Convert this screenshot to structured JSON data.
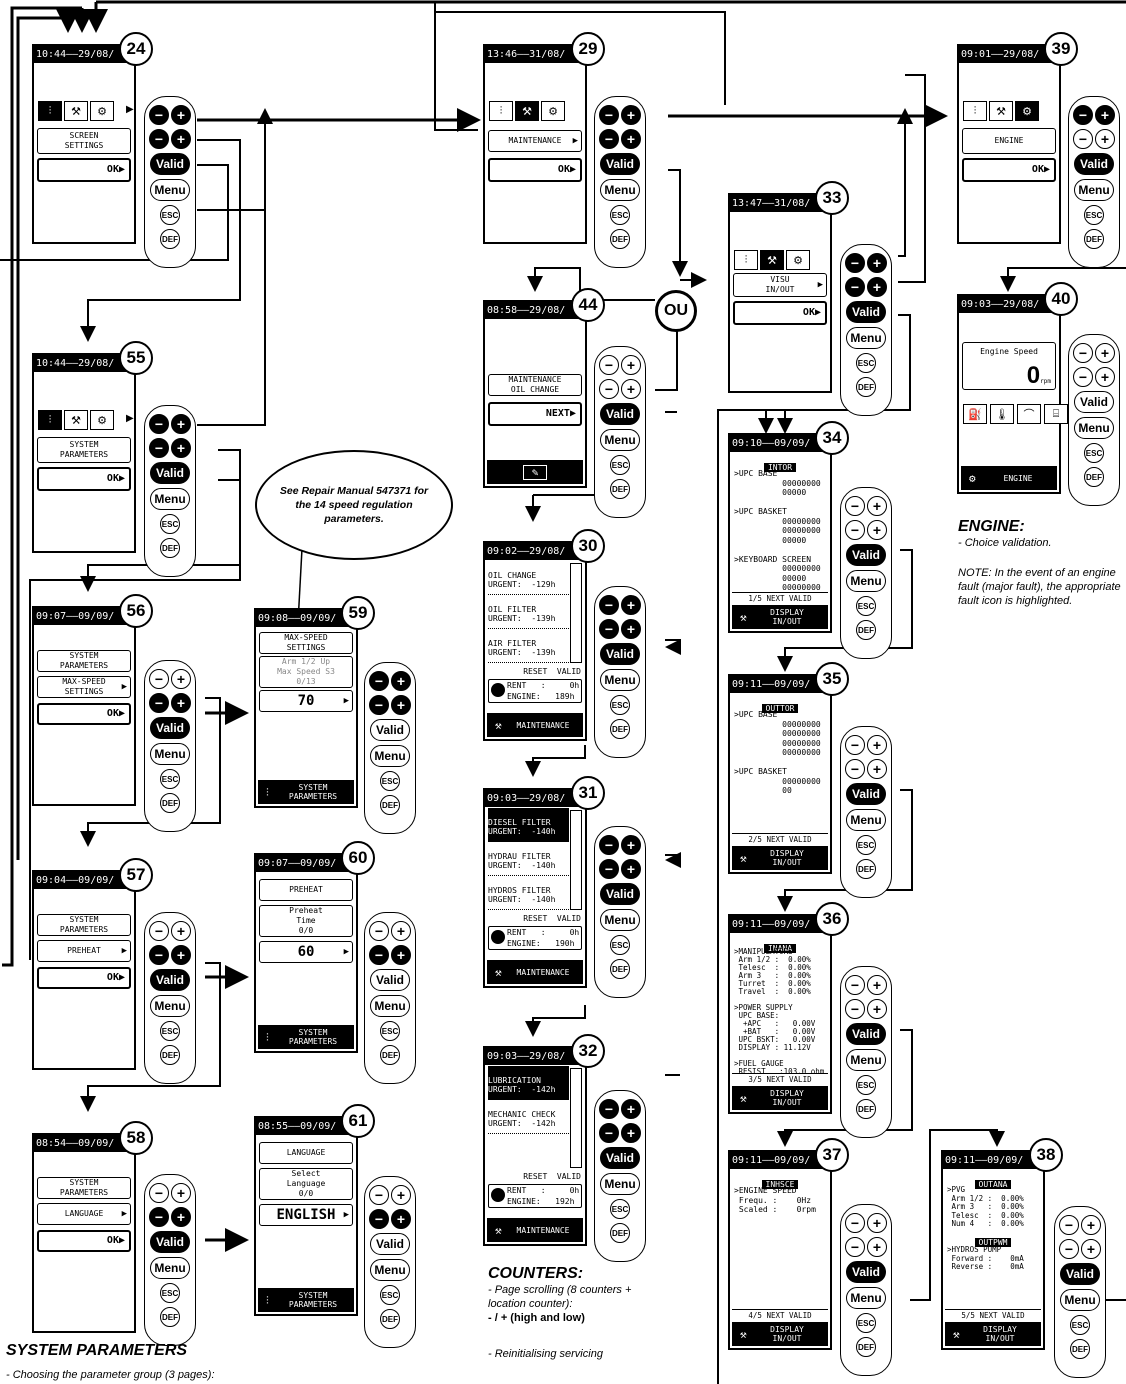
{
  "keys": {
    "minus": "−",
    "plus": "+",
    "valid": "Valid",
    "menu": "Menu",
    "esc": "ESC",
    "def": "DEF"
  },
  "tabs": {
    "params_icon": "sliders-icon",
    "maintenance_icon": "hammer-icon",
    "engine_icon": "engine-icon"
  },
  "ou_label": "OU",
  "bubble_text": "See Repair Manual 547371 for the 14 speed regulation parameters.",
  "screens": {
    "s24": {
      "num": "24",
      "time": "10:44",
      "date": "29/08/",
      "item": "SCREEN\nSETTINGS",
      "ok": "OK"
    },
    "s55": {
      "num": "55",
      "time": "10:44",
      "date": "29/08/",
      "item": "SYSTEM\nPARAMETERS",
      "ok": "OK"
    },
    "s56": {
      "num": "56",
      "time": "09:07",
      "date": "09/09/",
      "item1": "SYSTEM\nPARAMETERS",
      "item2": "MAX-SPEED\nSETTINGS",
      "ok": "OK"
    },
    "s57": {
      "num": "57",
      "time": "09:04",
      "date": "09/09/",
      "item1": "SYSTEM\nPARAMETERS",
      "item2": "PREHEAT",
      "ok": "OK"
    },
    "s58": {
      "num": "58",
      "time": "08:54",
      "date": "09/09/",
      "item1": "SYSTEM\nPARAMETERS",
      "item2": "LANGUAGE",
      "ok": "OK"
    },
    "s59": {
      "num": "59",
      "time": "09:08",
      "date": "09/09/",
      "title": "MAX-SPEED\nSETTINGS",
      "sub": "Arm 1/2 Up\nMax Speed S3\n0/13",
      "value": "70",
      "footer": "SYSTEM\nPARAMETERS"
    },
    "s60": {
      "num": "60",
      "time": "09:07",
      "date": "09/09/",
      "title": "PREHEAT",
      "sub": "Preheat\nTime\n0/0",
      "value": "60",
      "footer": "SYSTEM\nPARAMETERS"
    },
    "s61": {
      "num": "61",
      "time": "08:55",
      "date": "09/09/",
      "title": "LANGUAGE",
      "sub": "Select\nLanguage\n0/0",
      "value": "ENGLISH",
      "footer": "SYSTEM\nPARAMETERS"
    },
    "s29": {
      "num": "29",
      "time": "13:46",
      "date": "31/08/",
      "item": "MAINTENANCE",
      "ok": "OK"
    },
    "s44": {
      "num": "44",
      "time": "08:58",
      "date": "29/08/",
      "item": "MAINTENANCE\nOIL CHANGE",
      "next": "NEXT"
    },
    "s30": {
      "num": "30",
      "time": "09:02",
      "date": "29/08/",
      "items": [
        "OIL CHANGE\nURGENT:  -129h",
        "OIL FILTER\nURGENT:  -139h",
        "AIR FILTER\nURGENT:  -139h"
      ],
      "reset": "RESET  VALID",
      "rent": "RENT   :     0h",
      "engine": "ENGINE:   189h",
      "footer": "MAINTENANCE"
    },
    "s31": {
      "num": "31",
      "time": "09:03",
      "date": "29/08/",
      "items": [
        "DIESEL FILTER\nURGENT:  -140h",
        "HYDRAU FILTER\nURGENT:  -140h",
        "HYDROS FILTER\nURGENT:  -140h"
      ],
      "reset": "RESET  VALID",
      "rent": "RENT   :     0h",
      "engine": "ENGINE:   190h",
      "footer": "MAINTENANCE"
    },
    "s32": {
      "num": "32",
      "time": "09:03",
      "date": "29/08/",
      "items": [
        "LUBRICATION\nURGENT:  -142h",
        "MECHANIC CHECK\nURGENT:  -142h"
      ],
      "reset": "RESET  VALID",
      "rent": "RENT   :     0h",
      "engine": "ENGINE:   192h",
      "footer": "MAINTENANCE"
    },
    "s33": {
      "num": "33",
      "time": "13:47",
      "date": "31/08/",
      "item": "VISU\nIN/OUT",
      "ok": "OK"
    },
    "s34": {
      "num": "34",
      "time": "09:10",
      "date": "09/09/",
      "title": "INTOR",
      "body": ">UPC BASE\n          00000000\n          00000\n\n>UPC BASKET\n          00000000\n          00000000\n          00000\n\n>KEYBOARD SCREEN\n          00000000\n          00000\n          00000000",
      "page": "1/5  NEXT  VALID",
      "footer": "DISPLAY\nIN/OUT"
    },
    "s35": {
      "num": "35",
      "time": "09:11",
      "date": "09/09/",
      "title": "OUTTOR",
      "body": ">UPC BASE\n          00000000\n          00000000\n          00000000\n          00000000\n\n>UPC BASKET\n          00000000\n          00",
      "page": "2/5  NEXT  VALID",
      "footer": "DISPLAY\nIN/OUT"
    },
    "s36": {
      "num": "36",
      "time": "09:11",
      "date": "09/09/",
      "title": "INANA",
      "body": ">MANIPULATORS\n Arm 1/2 :  0.00%\n Telesc  :  0.00%\n Arm 3   :  0.00%\n Turret  :  0.00%\n Travel  :  0.00%\n\n>POWER SUPPLY\n UPC BASE:\n  +APC   :   0.00V\n  +BAT   :   0.00V\n UPC BSKT:   0.00V\n DISPLAY : 11.12V\n\n>FUEL GAUGE\n RESIST   :103.0 ohm",
      "page": "3/5  NEXT  VALID",
      "footer": "DISPLAY\nIN/OUT"
    },
    "s37": {
      "num": "37",
      "time": "09:11",
      "date": "09/09/",
      "title": "INHSCE",
      "body": ">ENGINE SPEED\n Frequ. :    0Hz\n Scaled :    0rpm",
      "page": "4/5  NEXT  VALID",
      "footer": "DISPLAY\nIN/OUT"
    },
    "s38": {
      "num": "38",
      "time": "09:11",
      "date": "09/09/",
      "title": "OUTANA",
      "title2": "OUTPWM",
      "body": ">PVG\n Arm 1/2 :  0.00%\n Arm 3   :  0.00%\n Telesc  :  0.00%\n Num 4   :  0.00%",
      "body2": ">HYDROS PUMP\n Forward :    0mA\n Reverse :    0mA",
      "page": "5/5  NEXT  VALID",
      "footer": "DISPLAY\nIN/OUT"
    },
    "s39": {
      "num": "39",
      "time": "09:01",
      "date": "29/08/",
      "item": "ENGINE",
      "ok": "OK"
    },
    "s40": {
      "num": "40",
      "time": "09:03",
      "date": "29/08/",
      "label": "Engine Speed",
      "value": "0",
      "unit": "rpm",
      "footer": "ENGINE"
    }
  },
  "notes": {
    "engine_title": "ENGINE:",
    "engine_l1": "- Choice validation.",
    "engine_note": "NOTE: In the event of an engine fault (major fault), the appropriate fault icon is highlighted.",
    "counters_title": "COUNTERS:",
    "counters_l1": "- Page scrolling (8 counters + location counter):",
    "counters_l2": "- / + (high and low)",
    "counters_l3": "- Reinitialising servicing",
    "sys_title": "SYSTEM PARAMETERS",
    "sys_l1": "- Choosing the parameter group (3 pages):"
  }
}
